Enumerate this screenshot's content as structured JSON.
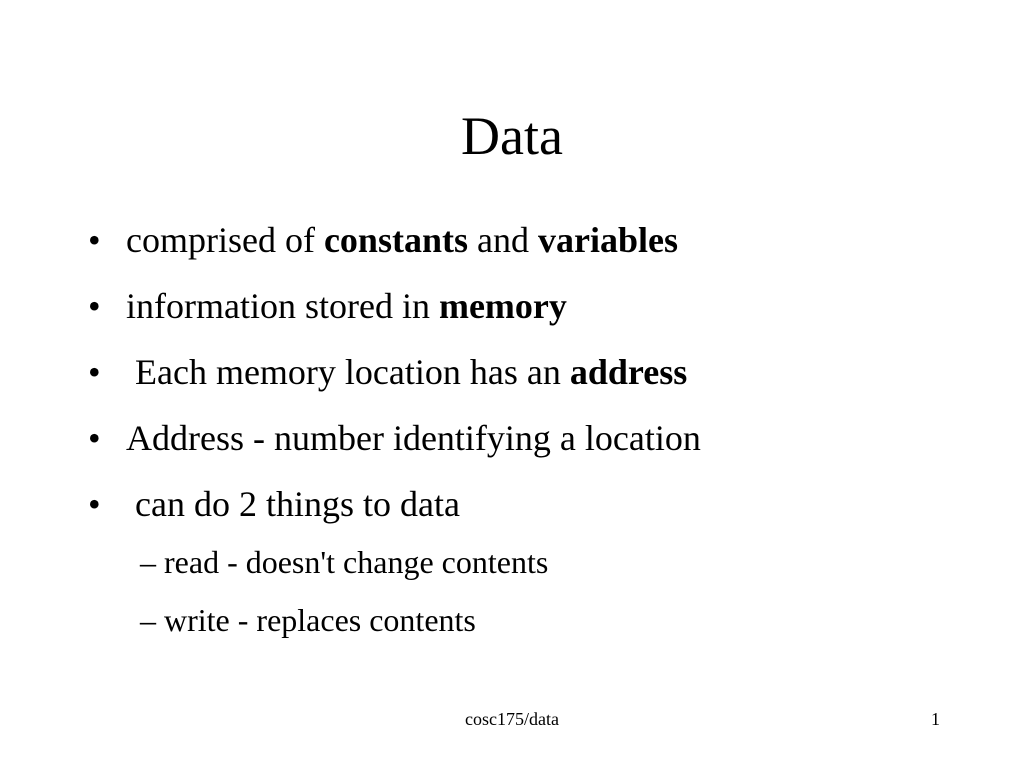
{
  "slide": {
    "title": "Data",
    "bullet_marker": "•",
    "bullets": [
      {
        "segments": [
          {
            "text": "comprised of ",
            "bold": false
          },
          {
            "text": "constants",
            "bold": true
          },
          {
            "text": " and ",
            "bold": false
          },
          {
            "text": "variables",
            "bold": true
          }
        ]
      },
      {
        "segments": [
          {
            "text": "information stored in ",
            "bold": false
          },
          {
            "text": "memory",
            "bold": true
          }
        ]
      },
      {
        "segments": [
          {
            "text": " Each memory location has an ",
            "bold": false
          },
          {
            "text": "address",
            "bold": true
          }
        ]
      },
      {
        "segments": [
          {
            "text": "Address - number identifying a location",
            "bold": false
          }
        ]
      },
      {
        "segments": [
          {
            "text": " can do 2 things to data",
            "bold": false
          }
        ]
      }
    ],
    "sub_bullets": [
      "– read - doesn't change contents",
      "– write - replaces contents"
    ],
    "footer": {
      "center": "cosc175/data",
      "page_number": "1"
    }
  }
}
